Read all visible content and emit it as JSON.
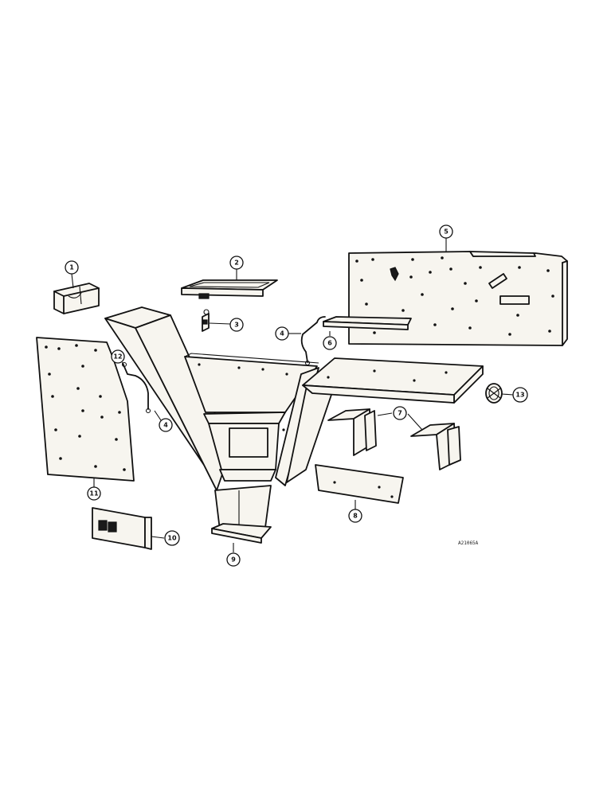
{
  "callouts": [
    {
      "id": "c1",
      "label": "1"
    },
    {
      "id": "c2",
      "label": "2"
    },
    {
      "id": "c3",
      "label": "3"
    },
    {
      "id": "c4a",
      "label": "4"
    },
    {
      "id": "c4b",
      "label": "4"
    },
    {
      "id": "c5",
      "label": "5"
    },
    {
      "id": "c6",
      "label": "6"
    },
    {
      "id": "c7",
      "label": "7"
    },
    {
      "id": "c8",
      "label": "8"
    },
    {
      "id": "c9",
      "label": "9"
    },
    {
      "id": "c10",
      "label": "10"
    },
    {
      "id": "c11",
      "label": "11"
    },
    {
      "id": "c12",
      "label": "12"
    },
    {
      "id": "c13",
      "label": "13"
    }
  ],
  "reference_code": "A21065A"
}
